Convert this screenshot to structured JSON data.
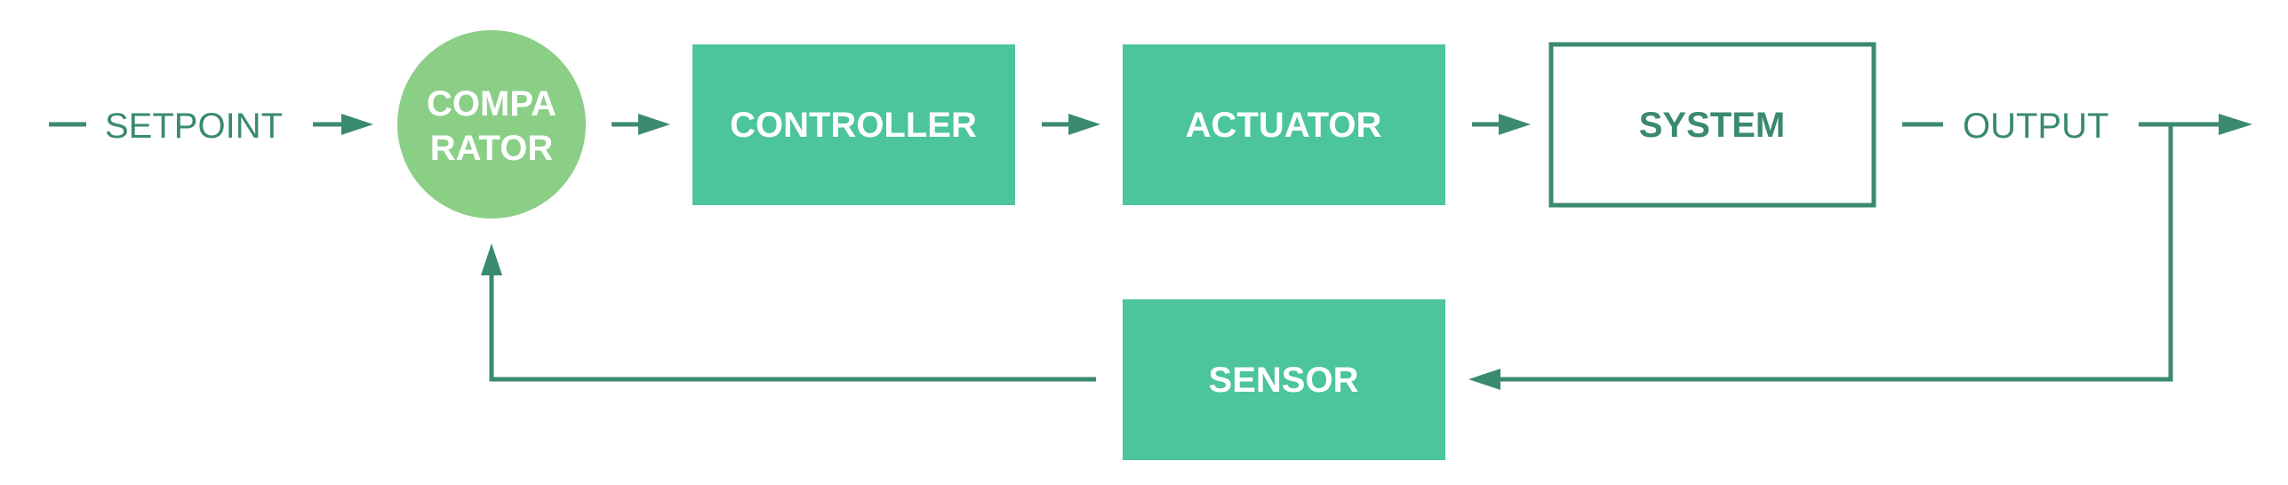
{
  "colors": {
    "line": "#3a8a6f",
    "box_fill": "#4cc49e",
    "circle_fill": "#8bcf87",
    "box_text": "#ffffff",
    "outline_text": "#3a8a6f",
    "background": "#ffffff"
  },
  "labels": {
    "setpoint": "SETPOINT",
    "output": "OUTPUT"
  },
  "blocks": {
    "comparator_line1": "COMPA",
    "comparator_line2": "RATOR",
    "controller": "CONTROLLER",
    "actuator": "ACTUATOR",
    "system": "SYSTEM",
    "sensor": "SENSOR"
  }
}
